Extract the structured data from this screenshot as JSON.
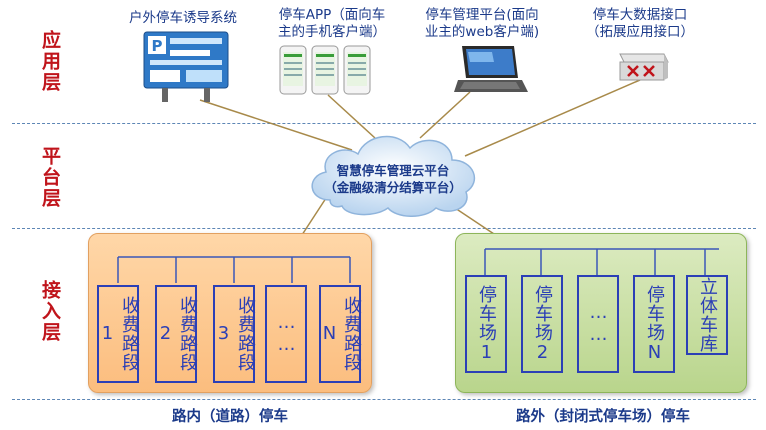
{
  "layers": {
    "application": "应用层",
    "platform": "平台层",
    "access": "接入层"
  },
  "top_items": [
    {
      "label": "户外停车诱导系统"
    },
    {
      "label_line1": "停车APP（面向车",
      "label_line2": "主的手机客户端）"
    },
    {
      "label_line1": "停车管理平台(面向",
      "label_line2": "业主的web客户端)"
    },
    {
      "label_line1": "停车大数据接口",
      "label_line2": "（拓展应用接口）"
    }
  ],
  "cloud": {
    "line1": "智慧停车管理云平台",
    "line2": "（金融级清分结算平台）"
  },
  "left_group": {
    "boxes": [
      "收费路段1",
      "收费路段2",
      "收费路段3",
      "……",
      "收费路段N"
    ],
    "caption": "路内（道路）停车"
  },
  "right_group": {
    "boxes": [
      "停车场1",
      "停车场2",
      "……",
      "停车场N",
      "立体车库"
    ],
    "caption": "路外（封闭式停车场）停车"
  },
  "colors": {
    "layer_label": "#c0141b",
    "accent_blue": "#2b3fb6",
    "left_panel": "#fbbd7e",
    "right_panel": "#b9d58c"
  }
}
